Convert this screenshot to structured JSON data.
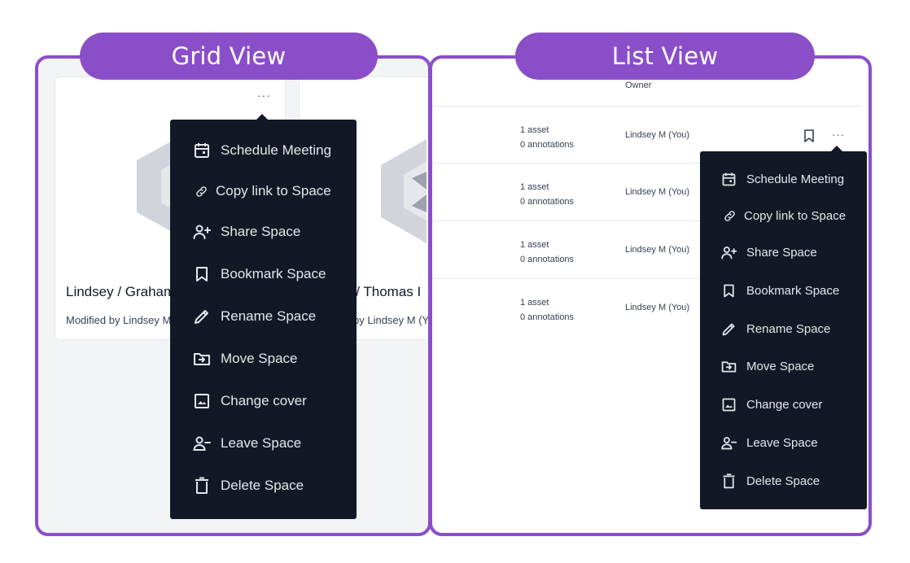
{
  "labels": {
    "grid_view": "Grid View",
    "list_view": "List View"
  },
  "colors": {
    "accent": "#8b4ec9",
    "menu_bg": "#121826",
    "menu_text": "#e5e7eb"
  },
  "grid": {
    "cards": [
      {
        "title": "Lindsey / Graham",
        "modified": "Modified by Lindsey M",
        "more": "···"
      },
      {
        "title": "y / Thomas I",
        "modified": "by Lindsey M (Y"
      }
    ]
  },
  "list": {
    "header_owner": "Owner",
    "rows": [
      {
        "assets": "1 asset",
        "annotations": "0 annotations",
        "owner": "Lindsey M (You)",
        "more": "···"
      },
      {
        "assets": "1 asset",
        "annotations": "0 annotations",
        "owner": "Lindsey M (You)"
      },
      {
        "assets": "1 asset",
        "annotations": "0 annotations",
        "owner": "Lindsey M (You)"
      },
      {
        "assets": "1 asset",
        "annotations": "0 annotations",
        "owner": "Lindsey M (You)"
      }
    ]
  },
  "menu": {
    "items": [
      {
        "icon": "calendar-icon",
        "label": "Schedule Meeting"
      },
      {
        "icon": "link-icon",
        "label": "Copy link to Space"
      },
      {
        "icon": "user-plus-icon",
        "label": "Share Space"
      },
      {
        "icon": "bookmark-icon",
        "label": "Bookmark Space"
      },
      {
        "icon": "pencil-icon",
        "label": "Rename Space"
      },
      {
        "icon": "folder-move-icon",
        "label": "Move Space"
      },
      {
        "icon": "image-icon",
        "label": "Change cover"
      },
      {
        "icon": "user-minus-icon",
        "label": "Leave Space"
      },
      {
        "icon": "trash-icon",
        "label": "Delete Space"
      }
    ]
  }
}
